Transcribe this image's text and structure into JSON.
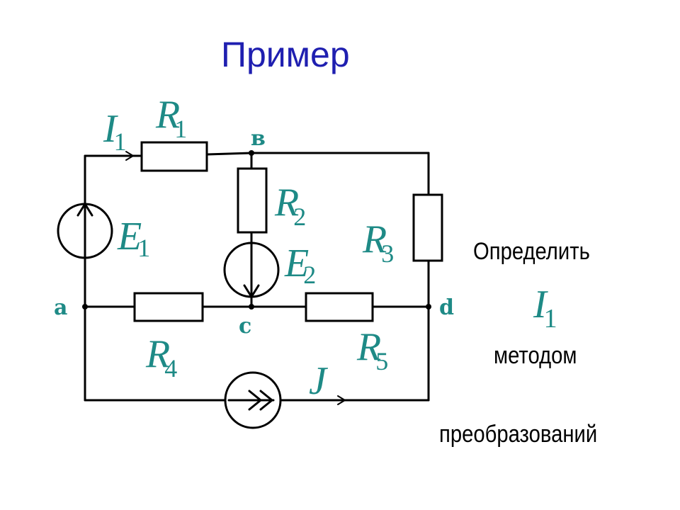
{
  "title": "Пример",
  "task": {
    "line1": "Определить",
    "symbol_main": "I",
    "symbol_sub": "1",
    "line2": "методом",
    "line3": "преобразований"
  },
  "circuit": {
    "nodes": {
      "a": "a",
      "b": "в",
      "c": "c",
      "d": "d"
    },
    "labels": {
      "I1": {
        "main": "I",
        "sub": "1"
      },
      "R1": {
        "main": "R",
        "sub": "1"
      },
      "R2": {
        "main": "R",
        "sub": "2"
      },
      "R3": {
        "main": "R",
        "sub": "3"
      },
      "R4": {
        "main": "R",
        "sub": "4"
      },
      "R5": {
        "main": "R",
        "sub": "5"
      },
      "E1": {
        "main": "E",
        "sub": "1"
      },
      "E2": {
        "main": "E",
        "sub": "2"
      },
      "J": {
        "main": "J"
      }
    },
    "colors": {
      "wire": "#000000",
      "label": "#1e8a86",
      "title": "#1f1fb0"
    }
  }
}
